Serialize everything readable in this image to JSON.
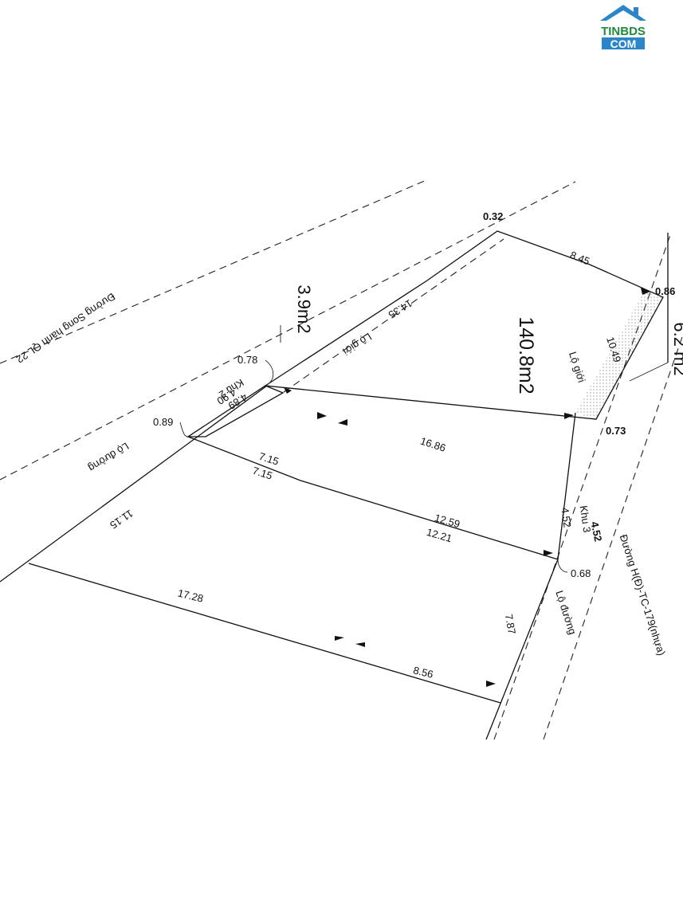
{
  "logo": {
    "text_top": "TINBDS",
    "text_bottom": "COM",
    "color_green": "#1f8a3c",
    "color_blue": "#2a86c8"
  },
  "streets": {
    "song_hanh": "Đường Song hành QL 22",
    "hd_tc": "Đường H(Đ)-TC-179(nhựa)",
    "lo_duong_left": "Lộ đường",
    "lo_duong_right": "Lộ đường",
    "lo_gioi_top": "Lộ giới",
    "lo_gioi_right": "Lộ giới"
  },
  "zones": {
    "khu2": "Khu 2",
    "khu3": "Khu 3"
  },
  "areas": {
    "main": "140.8m2",
    "top_left": "3.9m2",
    "right_edge": "6.2 m2"
  },
  "dimensions": {
    "d_0_32": "0.32",
    "d_8_45": "8.45",
    "d_0_86": "0.86",
    "d_14_35": "14.35",
    "d_0_78": "0.78",
    "d_4_90": "4.90",
    "d_4_89": "4.89",
    "d_0_89": "0.89",
    "d_10_49": "10.49",
    "d_16_86": "16.86",
    "d_0_73": "0.73",
    "d_7_15_a": "7.15",
    "d_7_15_b": "7.15",
    "d_12_59": "12.59",
    "d_12_21": "12.21",
    "d_4_52_a": "4.52",
    "d_4_52_b": "4.52",
    "d_0_68": "0.68",
    "d_11_15": "11.15",
    "d_17_28": "17.28",
    "d_7_87": "7.87",
    "d_8_56": "8.56"
  }
}
